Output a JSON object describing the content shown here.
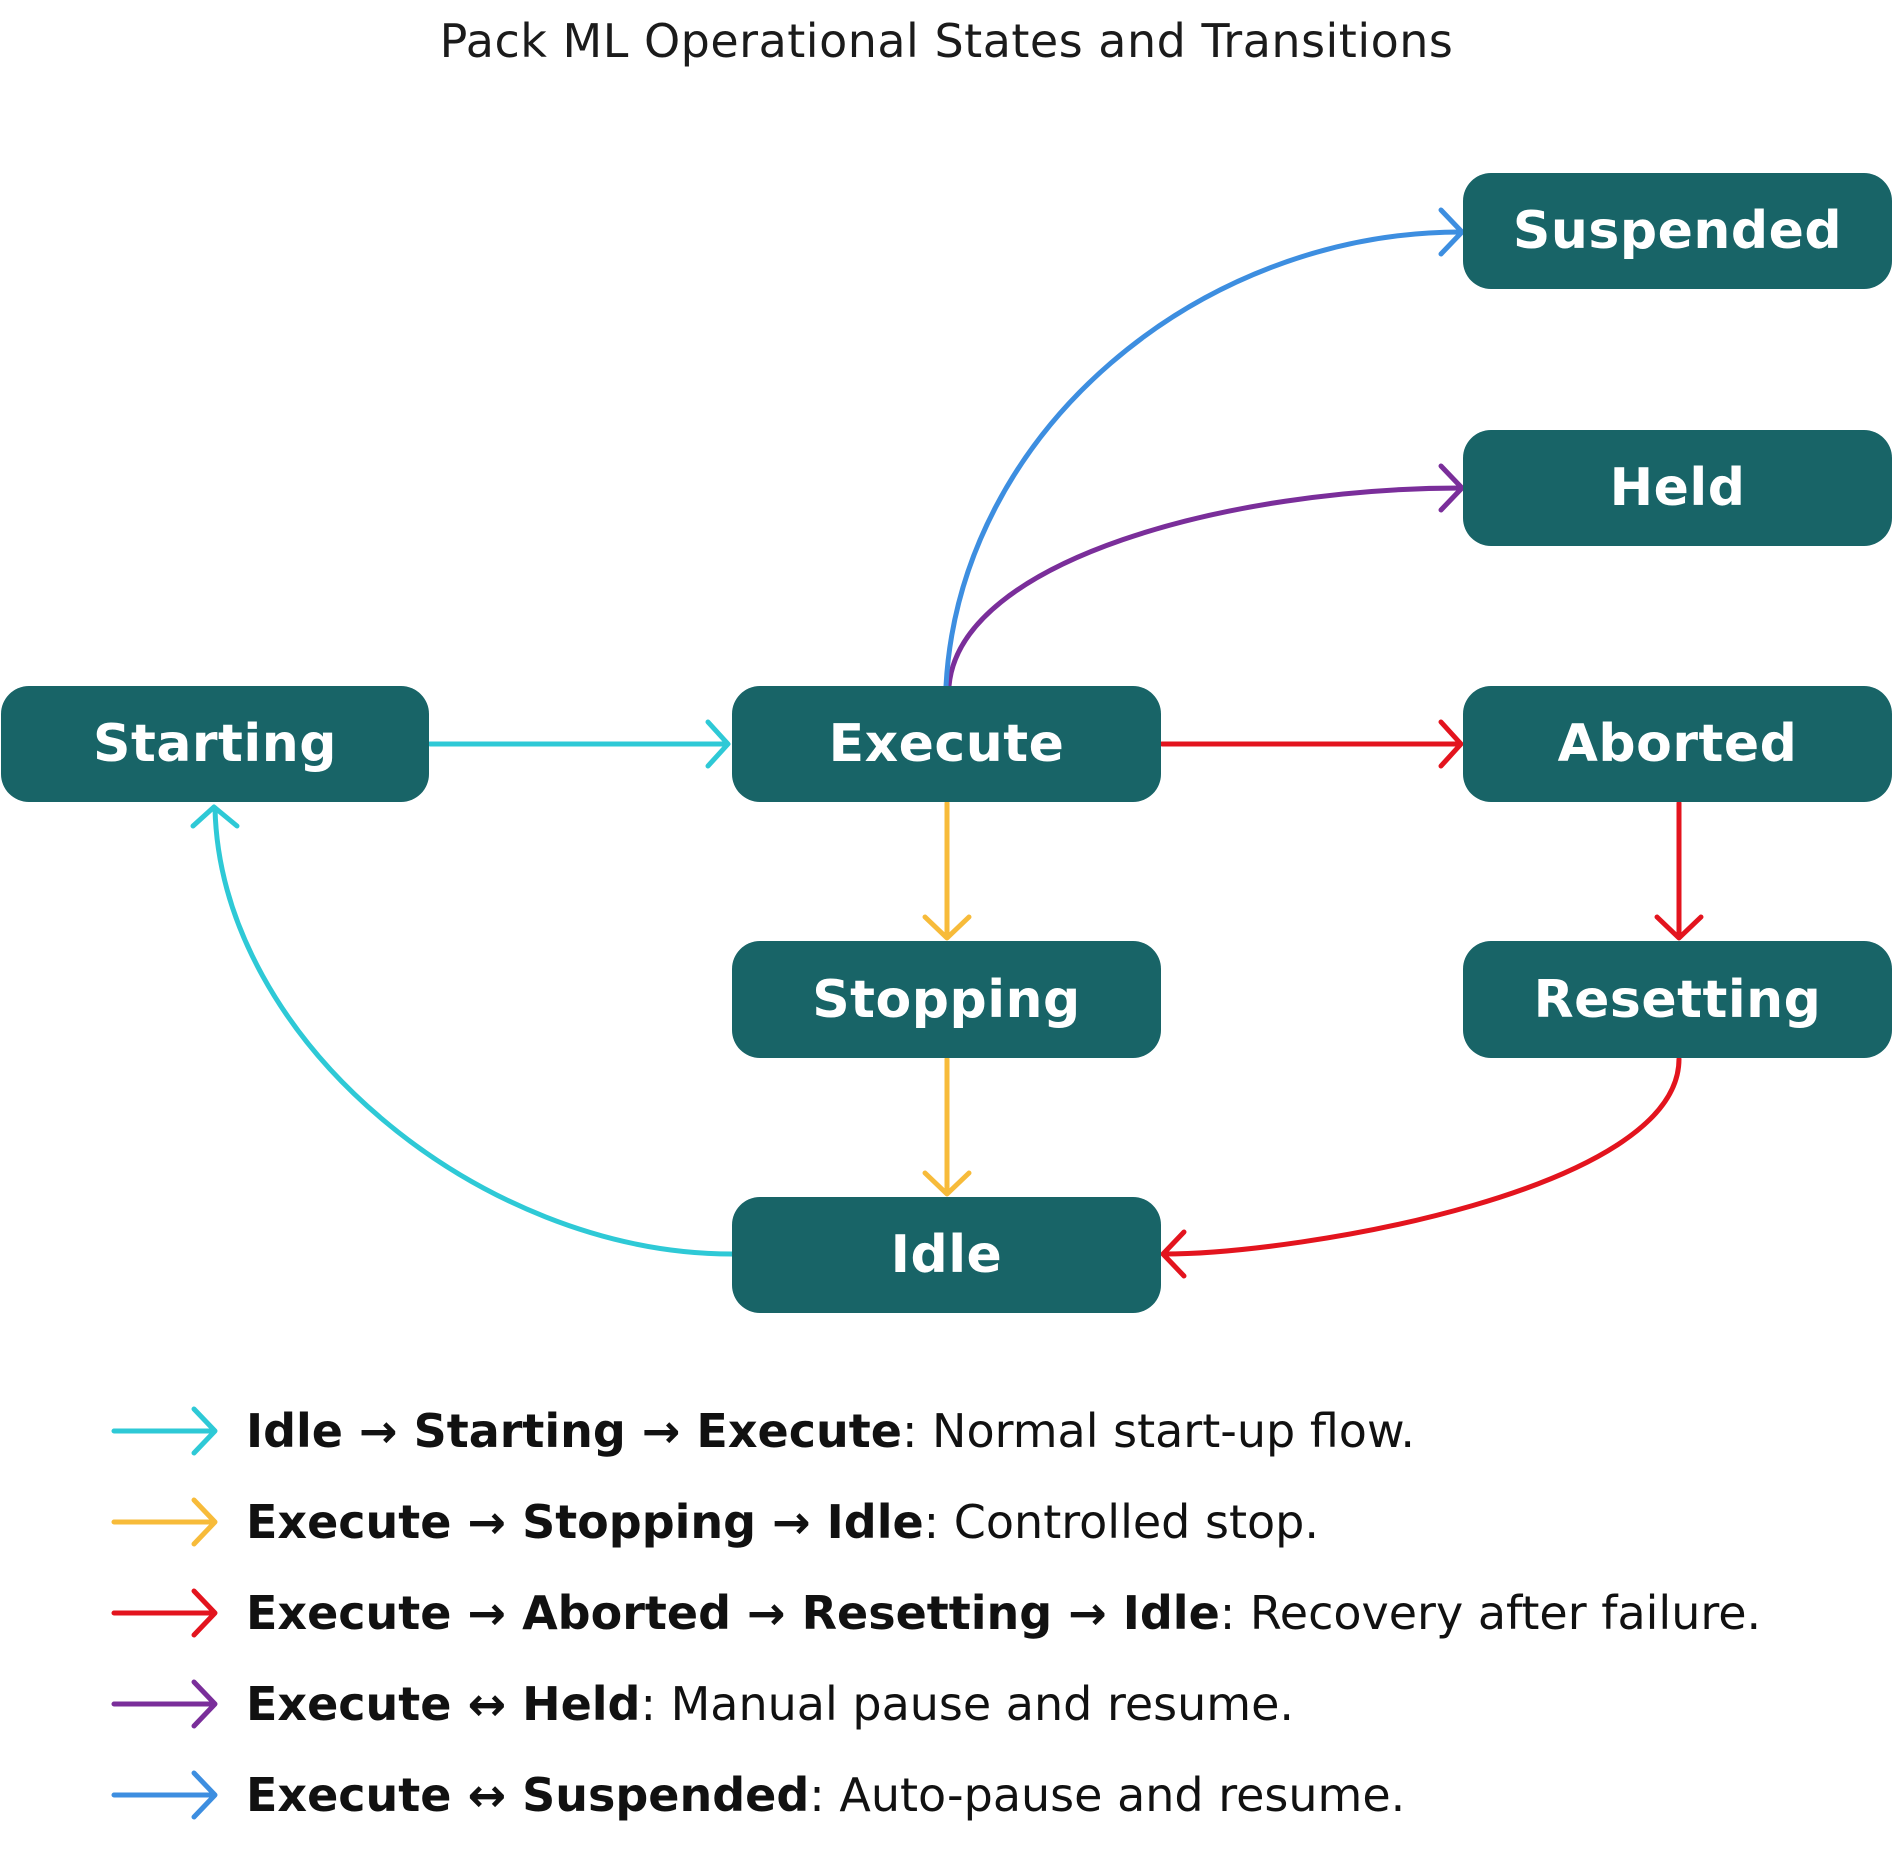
{
  "title": "Pack ML Operational States and Transitions",
  "nodes": {
    "suspended": "Suspended",
    "held": "Held",
    "starting": "Starting",
    "execute": "Execute",
    "aborted": "Aborted",
    "stopping": "Stopping",
    "resetting": "Resetting",
    "idle": "Idle"
  },
  "colors": {
    "node_fill": "#186467",
    "cyan": "#2ec9d6",
    "yellow": "#f7bb3a",
    "red": "#e3141e",
    "purple": "#7a2e9a",
    "blue": "#3d8ee0"
  },
  "edges": [
    {
      "from": "Starting",
      "to": "Execute",
      "color": "cyan"
    },
    {
      "from": "Idle",
      "to": "Starting",
      "color": "cyan"
    },
    {
      "from": "Execute",
      "to": "Stopping",
      "color": "yellow"
    },
    {
      "from": "Stopping",
      "to": "Idle",
      "color": "yellow"
    },
    {
      "from": "Execute",
      "to": "Aborted",
      "color": "red"
    },
    {
      "from": "Aborted",
      "to": "Resetting",
      "color": "red"
    },
    {
      "from": "Resetting",
      "to": "Idle",
      "color": "red"
    },
    {
      "from": "Execute",
      "to": "Held",
      "color": "purple"
    },
    {
      "from": "Execute",
      "to": "Suspended",
      "color": "blue"
    }
  ],
  "legend": [
    {
      "color": "cyan",
      "bold": "Idle → Starting → Execute",
      "rest": ": Normal start-up flow."
    },
    {
      "color": "yellow",
      "bold": "Execute → Stopping → Idle",
      "rest": ": Controlled stop."
    },
    {
      "color": "red",
      "bold": "Execute → Aborted → Resetting → Idle",
      "rest": ": Recovery after failure."
    },
    {
      "color": "purple",
      "bold": "Execute ↔ Held",
      "rest": ": Manual pause and resume."
    },
    {
      "color": "blue",
      "bold": "Execute ↔ Suspended",
      "rest": ": Auto-pause and resume."
    }
  ]
}
